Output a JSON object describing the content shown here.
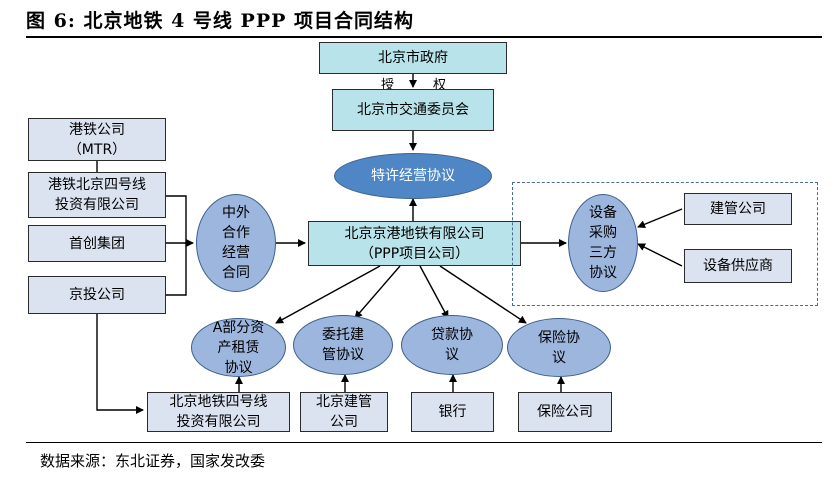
{
  "title": "图  6:  北京地铁 4 号线 PPP 项目合同结构",
  "source": "数据来源：东北证券，国家发改委",
  "nodes": {
    "gov": "北京市政府",
    "transport": "北京市交通委员会",
    "concession": "特许经营协议",
    "mtr": "港铁公司\n（MTR）",
    "mtr_sub": "港铁北京四号线\n投资有限公司",
    "shouchuang": "首创集团",
    "jingtou": "京投公司",
    "jv_contract": "中外\n合作\n经营\n合同",
    "company": "北京京港地铁有限公司\n（PPP项目公司）",
    "equip_agreement": "设备\n采购\n三方\n协议",
    "jianguan": "建管公司",
    "supplier": "设备供应商",
    "lease": "A部分资\n产租赁\n协议",
    "entrust": "委托建\n管协议",
    "loan": "贷款协\n议",
    "insurance": "保险协\n议",
    "bj4": "北京地铁四号线\n投资有限公司",
    "bjjg": "北京建管\n公司",
    "bank": "银行",
    "ins_co": "保险公司"
  },
  "labels": {
    "authorize_1": "授",
    "authorize_2": "权"
  }
}
